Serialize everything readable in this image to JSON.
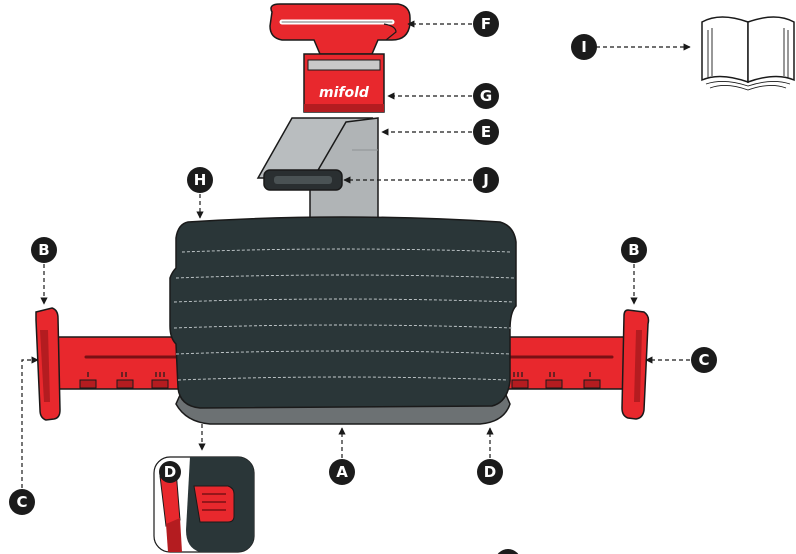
{
  "brand": {
    "logo_text": "mifold"
  },
  "colors": {
    "red": "#e8282d",
    "red_dark": "#b41c20",
    "grey": "#b9bdbf",
    "grey_dark": "#8e9294",
    "cushion": "#2a3638",
    "cushion_dark": "#1c2426",
    "callout_fill": "#1b1b1b",
    "outline": "#1a1a1a"
  },
  "icons": {
    "manual": "open-book-icon"
  },
  "callouts": {
    "A": "A",
    "B": "B",
    "C": "C",
    "D": "D",
    "E": "E",
    "F": "F",
    "G": "G",
    "H": "H",
    "I": "I",
    "J": "J"
  }
}
